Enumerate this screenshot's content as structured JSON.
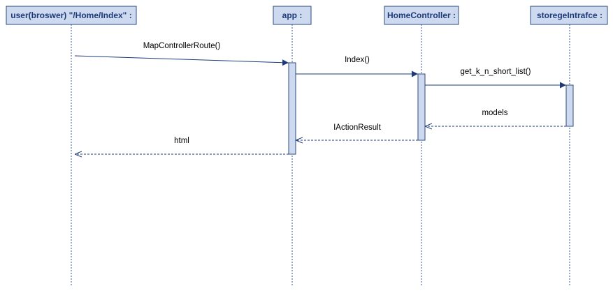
{
  "diagram": {
    "lifelines": [
      {
        "id": "user",
        "label": "user(broswer) \"/Home/Index\" :"
      },
      {
        "id": "app",
        "label": "app :"
      },
      {
        "id": "home",
        "label": "HomeController :"
      },
      {
        "id": "storage",
        "label": "storegeIntrafce :"
      }
    ],
    "messages": [
      {
        "id": "m1",
        "label": "MapControllerRoute()",
        "from": "user",
        "to": "app",
        "kind": "call"
      },
      {
        "id": "m2",
        "label": "Index()",
        "from": "app",
        "to": "home",
        "kind": "call"
      },
      {
        "id": "m3",
        "label": "get_k_n_short_list()",
        "from": "home",
        "to": "storage",
        "kind": "call"
      },
      {
        "id": "m4",
        "label": "models",
        "from": "storage",
        "to": "home",
        "kind": "return"
      },
      {
        "id": "m5",
        "label": "IActionResult",
        "from": "home",
        "to": "app",
        "kind": "return"
      },
      {
        "id": "m6",
        "label": "html",
        "from": "app",
        "to": "user",
        "kind": "return"
      }
    ],
    "colors": {
      "head_fill": "#cdd9ee",
      "stroke": "#2d4b7d",
      "text": "#1e3a78"
    }
  }
}
